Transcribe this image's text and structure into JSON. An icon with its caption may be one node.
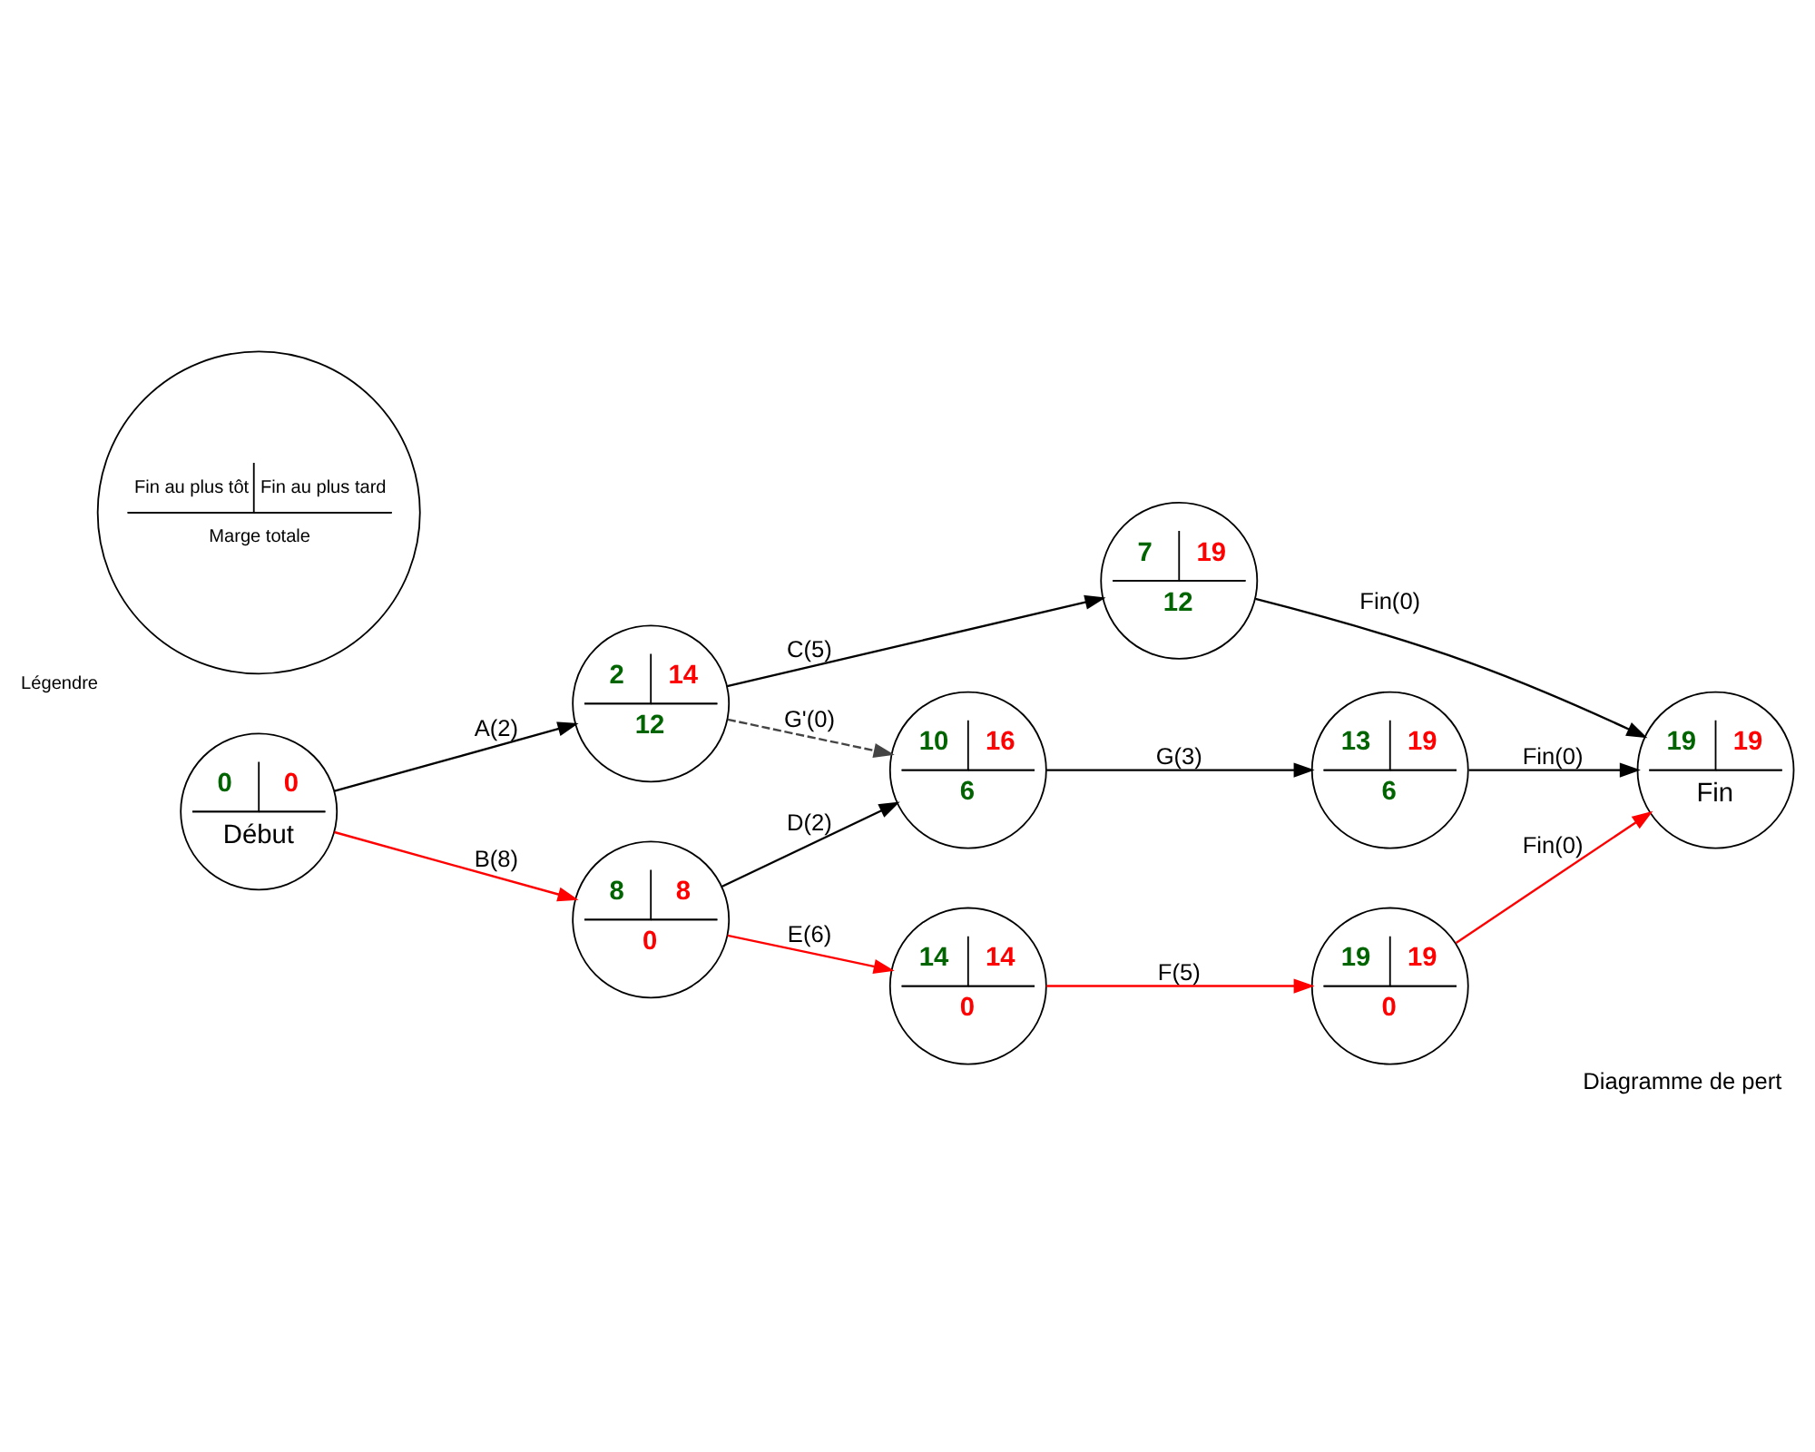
{
  "diagram": {
    "caption": "Diagramme de pert",
    "nodes": [
      {
        "text": [
          "0",
          "0",
          "Début"
        ]
      },
      {
        "text": [
          "2",
          "14",
          "12"
        ]
      },
      {
        "text": [
          "7",
          "19",
          "12"
        ]
      },
      {
        "text": [
          "8",
          "8",
          "0"
        ]
      },
      {
        "text": [
          "10",
          "16",
          "6"
        ]
      },
      {
        "text": [
          "13",
          "19",
          "6"
        ]
      },
      {
        "text": [
          "19",
          "19",
          "Fin"
        ]
      },
      {
        "text": [
          "14",
          "14",
          "0"
        ]
      },
      {
        "text": [
          "19",
          "19",
          "0"
        ]
      },
      {
        "text": [
          "Fin au plus tôt",
          "Fin au plus tard",
          "Marge totale"
        ],
        "beside": [
          "Légendre"
        ]
      }
    ],
    "edges": [
      {
        "from": 0,
        "to": 1,
        "arrow": "to",
        "label": "A(2)"
      },
      {
        "from": 0,
        "to": 3,
        "arrow": "to",
        "label": "B(8)",
        "color": "#ff0000"
      },
      {
        "from": 1,
        "to": 2,
        "arrow": "to",
        "label": "C(5)"
      },
      {
        "from": 1,
        "to": 4,
        "arrow": "to",
        "label": "G'(0)",
        "style": "dashed",
        "color": "#444444"
      },
      {
        "from": 3,
        "to": 4,
        "arrow": "to",
        "label": "D(2)"
      },
      {
        "from": 4,
        "to": 5,
        "arrow": "to",
        "label": "G(3)"
      },
      {
        "from": 2,
        "to": 6,
        "arrow": "to",
        "label": "Fin(0)"
      },
      {
        "from": 5,
        "to": 6,
        "arrow": "to",
        "label": "Fin(0)"
      },
      {
        "from": 3,
        "to": 7,
        "arrow": "to",
        "label": "E(6)",
        "color": "#ff0000"
      },
      {
        "from": 7,
        "to": 8,
        "arrow": "to",
        "label": "F(5)",
        "color": "#ff0000"
      },
      {
        "from": 8,
        "to": 6,
        "arrow": "to",
        "label": "Fin(0)",
        "color": "#ff0000"
      }
    ]
  }
}
